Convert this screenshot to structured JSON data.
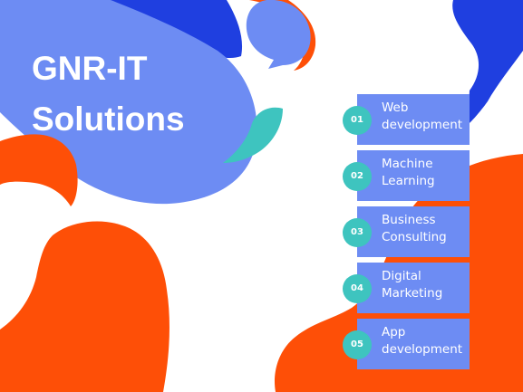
{
  "title": {
    "line1": "GNR-IT",
    "line2": "Solutions"
  },
  "services": [
    {
      "number": "01",
      "line1": "Web",
      "line2": "development"
    },
    {
      "number": "02",
      "line1": "Machine",
      "line2": "Learning"
    },
    {
      "number": "03",
      "line1": "Business",
      "line2": "Consulting"
    },
    {
      "number": "04",
      "line1": "Digital",
      "line2": "Marketing"
    },
    {
      "number": "05",
      "line1": "App",
      "line2": "development"
    }
  ],
  "colors": {
    "background": "#ffffff",
    "blob_periwinkle": "#6d8cf3",
    "blob_royal_blue": "#1f3fe0",
    "blob_orange": "#fe4f07",
    "blob_teal": "#3ec4bf",
    "card": "#6d8cf3",
    "badge": "#3ec4bf",
    "text": "#ffffff"
  }
}
